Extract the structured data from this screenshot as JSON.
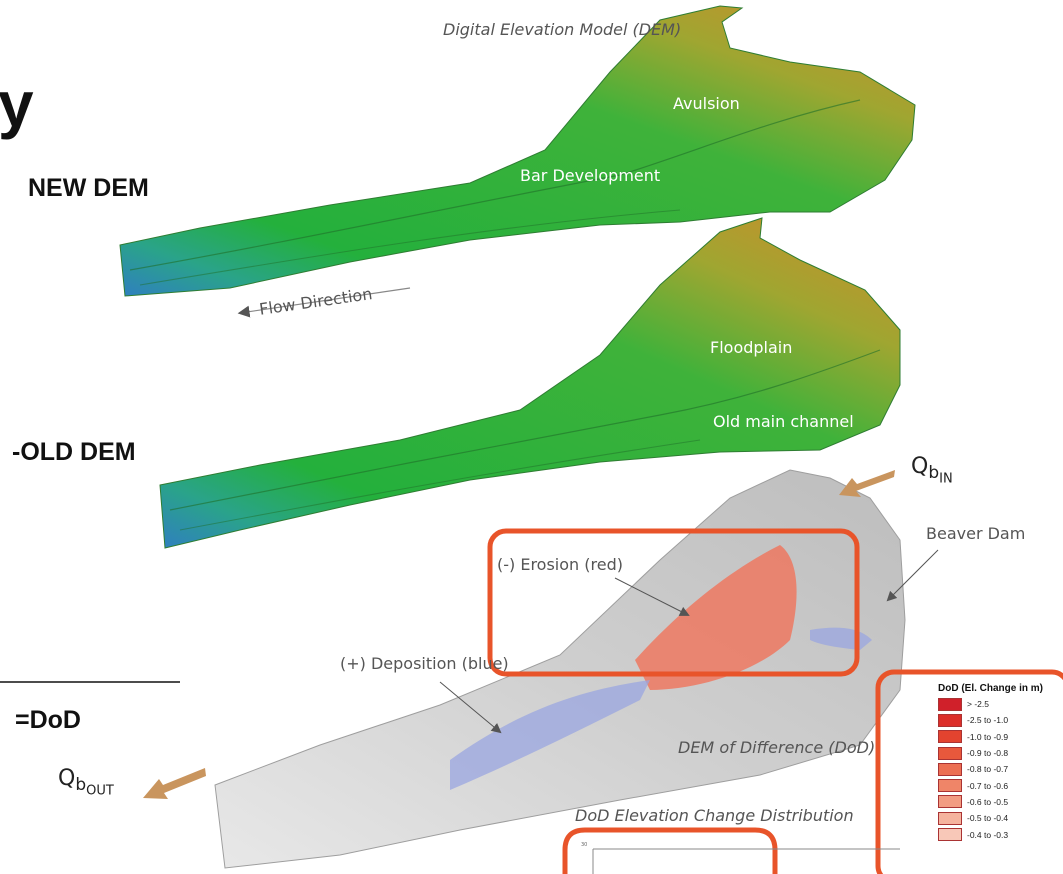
{
  "labels": {
    "partial_heading": "y",
    "new_dem": "NEW DEM",
    "old_dem": "-OLD DEM",
    "dod": "=DoD",
    "dem_title": "Digital Elevation Model (DEM)",
    "avulsion": "Avulsion",
    "bar_development": "Bar Development",
    "flow_direction": "Flow Direction",
    "floodplain": "Floodplain",
    "old_main_channel": "Old main channel",
    "qb_main": "Q",
    "qb_sub": "b",
    "qb_in": "IN",
    "qb_out": "OUT",
    "beaver_dam": "Beaver Dam",
    "erosion": "(-) Erosion (red)",
    "deposition": "(+) Deposition (blue)",
    "dod_title": "DEM of Difference (DoD)",
    "distribution_title": "DoD Elevation Change Distribution",
    "histogram_tick": "30"
  },
  "legend": {
    "title": "DoD (El. Change in m)",
    "items": [
      {
        "label": "> -2.5",
        "color": "#d0202a"
      },
      {
        "label": "-2.5 to -1.0",
        "color": "#dc2f2a"
      },
      {
        "label": "-1.0 to -0.9",
        "color": "#e3432f"
      },
      {
        "label": "-0.9 to -0.8",
        "color": "#e8583c"
      },
      {
        "label": "-0.8 to -0.7",
        "color": "#ec6e52"
      },
      {
        "label": "-0.7 to -0.6",
        "color": "#ef8568"
      },
      {
        "label": "-0.6 to -0.5",
        "color": "#f29c82"
      },
      {
        "label": "-0.5 to -0.4",
        "color": "#f5b39e"
      },
      {
        "label": "-0.4 to -0.3",
        "color": "#f8c8b8"
      }
    ]
  },
  "colors": {
    "highlight": "#e8542a",
    "arrow": "#c9955e",
    "erosion": "#f0735a",
    "deposition": "#9aa6e0"
  }
}
